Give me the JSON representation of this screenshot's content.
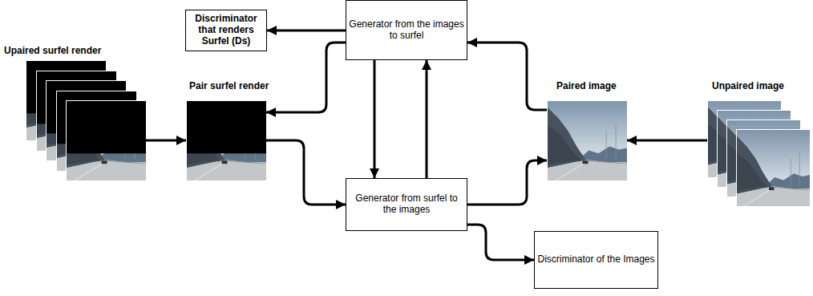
{
  "diagram": {
    "nodes": [
      {
        "text": [
          "Discriminator that renders Surfel (Ds)"
        ]
      },
      {
        "text": [
          "Generator from the images to surfel"
        ]
      },
      {
        "text": [
          "Upaired surfel render"
        ]
      },
      {
        "text": [
          "Pair surfel render"
        ]
      },
      {
        "text": [
          "Paired image"
        ]
      },
      {
        "text": [
          "Unpaired image"
        ]
      },
      {
        "text": [
          "Generator from surfel to the images"
        ]
      },
      {
        "text": [
          "Discriminator of the Images"
        ]
      }
    ],
    "edges": [
      {
        "from": 1,
        "to": 0,
        "arrow": "to"
      },
      {
        "from": 1,
        "to": 3,
        "arrow": "to"
      },
      {
        "from": 2,
        "to": 3,
        "arrow": "to"
      },
      {
        "from": 3,
        "to": 6,
        "arrow": "to"
      },
      {
        "from": 1,
        "to": 6,
        "arrow": "to"
      },
      {
        "from": 6,
        "to": 1,
        "arrow": "to"
      },
      {
        "from": 6,
        "to": 4,
        "arrow": "to"
      },
      {
        "from": 4,
        "to": 1,
        "arrow": "to"
      },
      {
        "from": 5,
        "to": 4,
        "arrow": "to"
      },
      {
        "from": 6,
        "to": 7,
        "arrow": "to"
      }
    ]
  }
}
